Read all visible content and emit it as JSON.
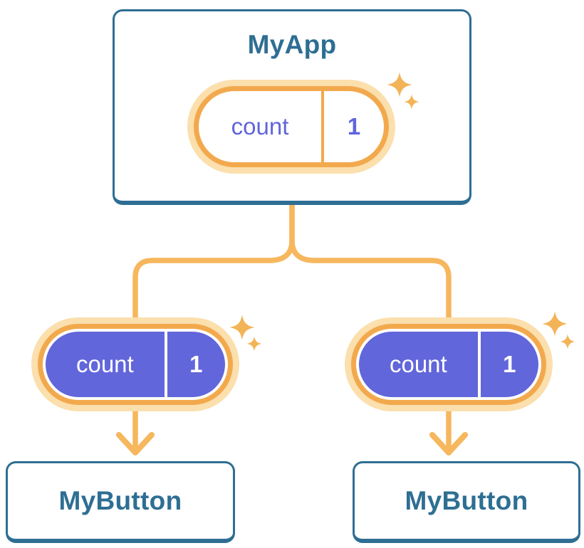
{
  "colors": {
    "background": "#FFFFFF",
    "card-bg": "#FFFFFF",
    "card-border": "#2E6E93",
    "title-text": "#2E6E93",
    "line-orange": "#F6B75D",
    "ring-orange": "#F2A94D",
    "glow-orange": "#FBDFAD",
    "pill-purple": "#6266DB",
    "state-text-purple": "#6065DC",
    "state-text-white": "#FFFFFF",
    "sparkle": "#F3B458"
  },
  "icons": {
    "sparkle": "four-point-star"
  },
  "tree": {
    "root": {
      "label": "MyApp",
      "pill": {
        "key": "count",
        "value": "1"
      }
    },
    "children": [
      {
        "label": "MyButton",
        "pill": {
          "key": "count",
          "value": "1"
        }
      },
      {
        "label": "MyButton",
        "pill": {
          "key": "count",
          "value": "1"
        }
      }
    ]
  }
}
